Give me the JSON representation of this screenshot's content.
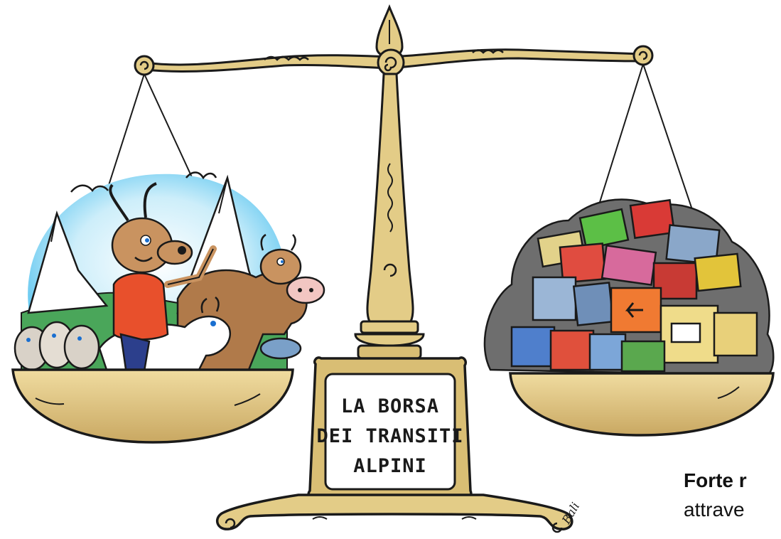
{
  "sign": {
    "line1": "LA BORSA",
    "line2": "DEI TRANSITI",
    "line3": "ALPINI"
  },
  "signature": "Bali",
  "caption": {
    "title": "Forte r",
    "body": "attrave"
  },
  "colors": {
    "brass": "#e3cc87",
    "brass_dark": "#b89a55",
    "outline": "#1a1a1a",
    "sky": "#5fc8ef",
    "smoke": "#6e6e6e"
  }
}
